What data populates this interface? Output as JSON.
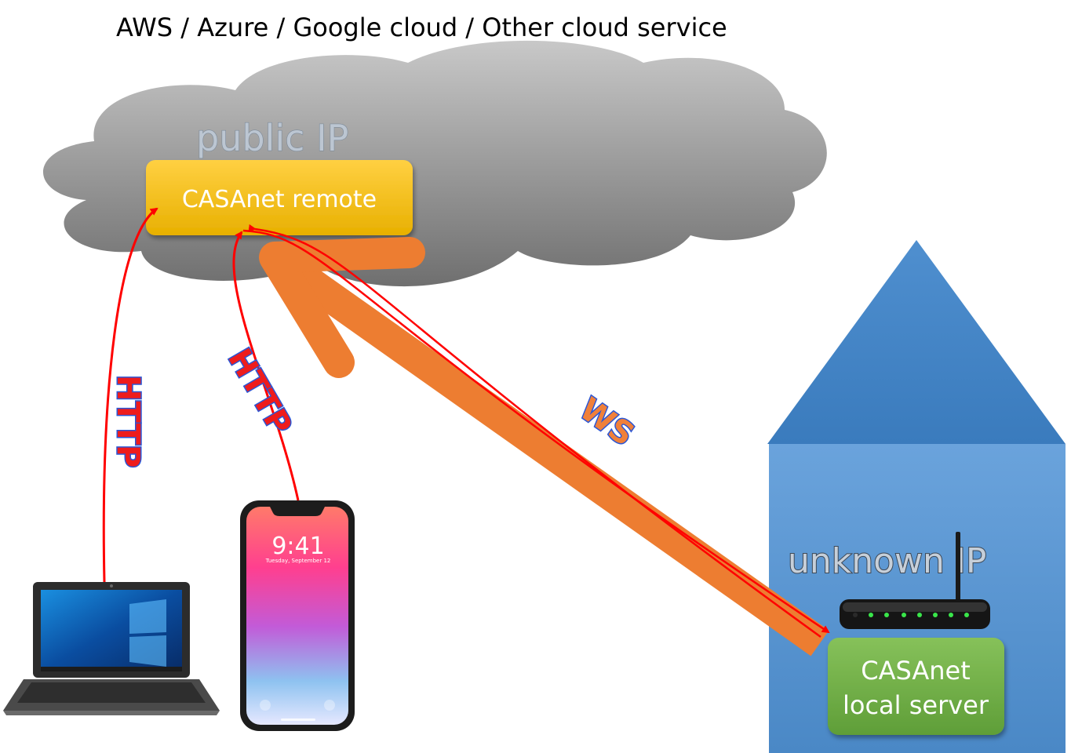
{
  "diagram": {
    "title": "AWS / Azure / Google cloud / Other cloud service",
    "cloud_label": "public IP",
    "remote_box_label": "CASAnet remote",
    "house_label": "unknown IP",
    "local_server_line1": "CASAnet",
    "local_server_line2": "local server",
    "laptop_connection_label": "HTTP",
    "phone_connection_label": "HTTP",
    "websocket_label": "WS",
    "phone_clock": "9:41",
    "phone_date": "Tuesday, September 12"
  },
  "colors": {
    "cloud": "#8c8c8c",
    "remote_box": "#ffc000",
    "house": "#5b9bd5",
    "local_server_box": "#70ad47",
    "ws_arrow": "#ed7d31",
    "http_line": "#ff0000"
  },
  "icons": [
    "cloud-shape",
    "laptop-icon",
    "smartphone-icon",
    "router-icon",
    "house-shape"
  ]
}
